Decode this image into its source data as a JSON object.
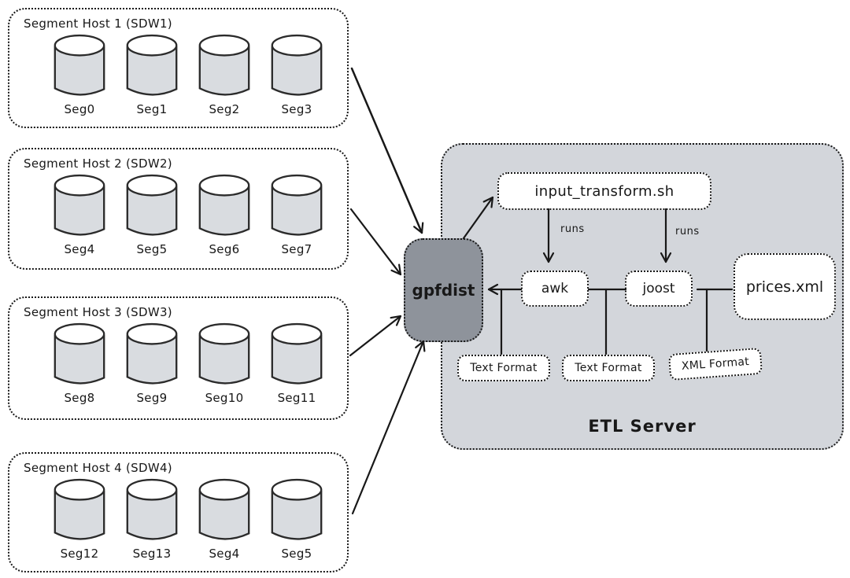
{
  "hosts": [
    {
      "title": "Segment Host 1 (SDW1)",
      "segments": [
        "Seg0",
        "Seg1",
        "Seg2",
        "Seg3"
      ]
    },
    {
      "title": "Segment Host 2 (SDW2)",
      "segments": [
        "Seg4",
        "Seg5",
        "Seg6",
        "Seg7"
      ]
    },
    {
      "title": "Segment Host 3 (SDW3)",
      "segments": [
        "Seg8",
        "Seg9",
        "Seg10",
        "Seg11"
      ]
    },
    {
      "title": "Segment Host 4 (SDW4)",
      "segments": [
        "Seg12",
        "Seg13",
        "Seg4",
        "Seg5"
      ]
    }
  ],
  "gpfdist": {
    "label": "gpfdist"
  },
  "etl_server": {
    "label": "ETL Server",
    "transform_script": "input_transform.sh",
    "runs_label": "runs",
    "awk_label": "awk",
    "joost_label": "joost",
    "output_file": "prices.xml",
    "format_labels": [
      "Text Format",
      "Text Format",
      "XML Format"
    ]
  },
  "edges": [
    {
      "from": "Segment Host 1 (SDW1)",
      "to": "gpfdist",
      "type": "arrow"
    },
    {
      "from": "Segment Host 2 (SDW2)",
      "to": "gpfdist",
      "type": "arrow"
    },
    {
      "from": "Segment Host 3 (SDW3)",
      "to": "gpfdist",
      "type": "arrow"
    },
    {
      "from": "Segment Host 4 (SDW4)",
      "to": "gpfdist",
      "type": "arrow"
    },
    {
      "from": "gpfdist",
      "to": "input_transform.sh",
      "type": "arrow"
    },
    {
      "from": "input_transform.sh",
      "to": "awk",
      "type": "arrow",
      "label": "runs"
    },
    {
      "from": "input_transform.sh",
      "to": "joost",
      "type": "arrow",
      "label": "runs"
    },
    {
      "from": "awk",
      "to": "gpfdist",
      "type": "arrow"
    },
    {
      "from": "awk",
      "to": "joost",
      "type": "line"
    },
    {
      "from": "joost",
      "to": "prices.xml",
      "type": "line"
    },
    {
      "from": "gpfdist-awk link",
      "to": "Text Format (left)",
      "type": "line"
    },
    {
      "from": "awk-joost link",
      "to": "Text Format (middle)",
      "type": "line"
    },
    {
      "from": "joost-prices.xml link",
      "to": "XML Format",
      "type": "line"
    }
  ],
  "colors": {
    "etl_background": "#d3d6db",
    "gpfdist_background": "#8e939b",
    "cylinder_body": "#d9dce0",
    "cylinder_top": "#ffffff",
    "stroke": "#181818",
    "node_background": "#ffffff"
  }
}
